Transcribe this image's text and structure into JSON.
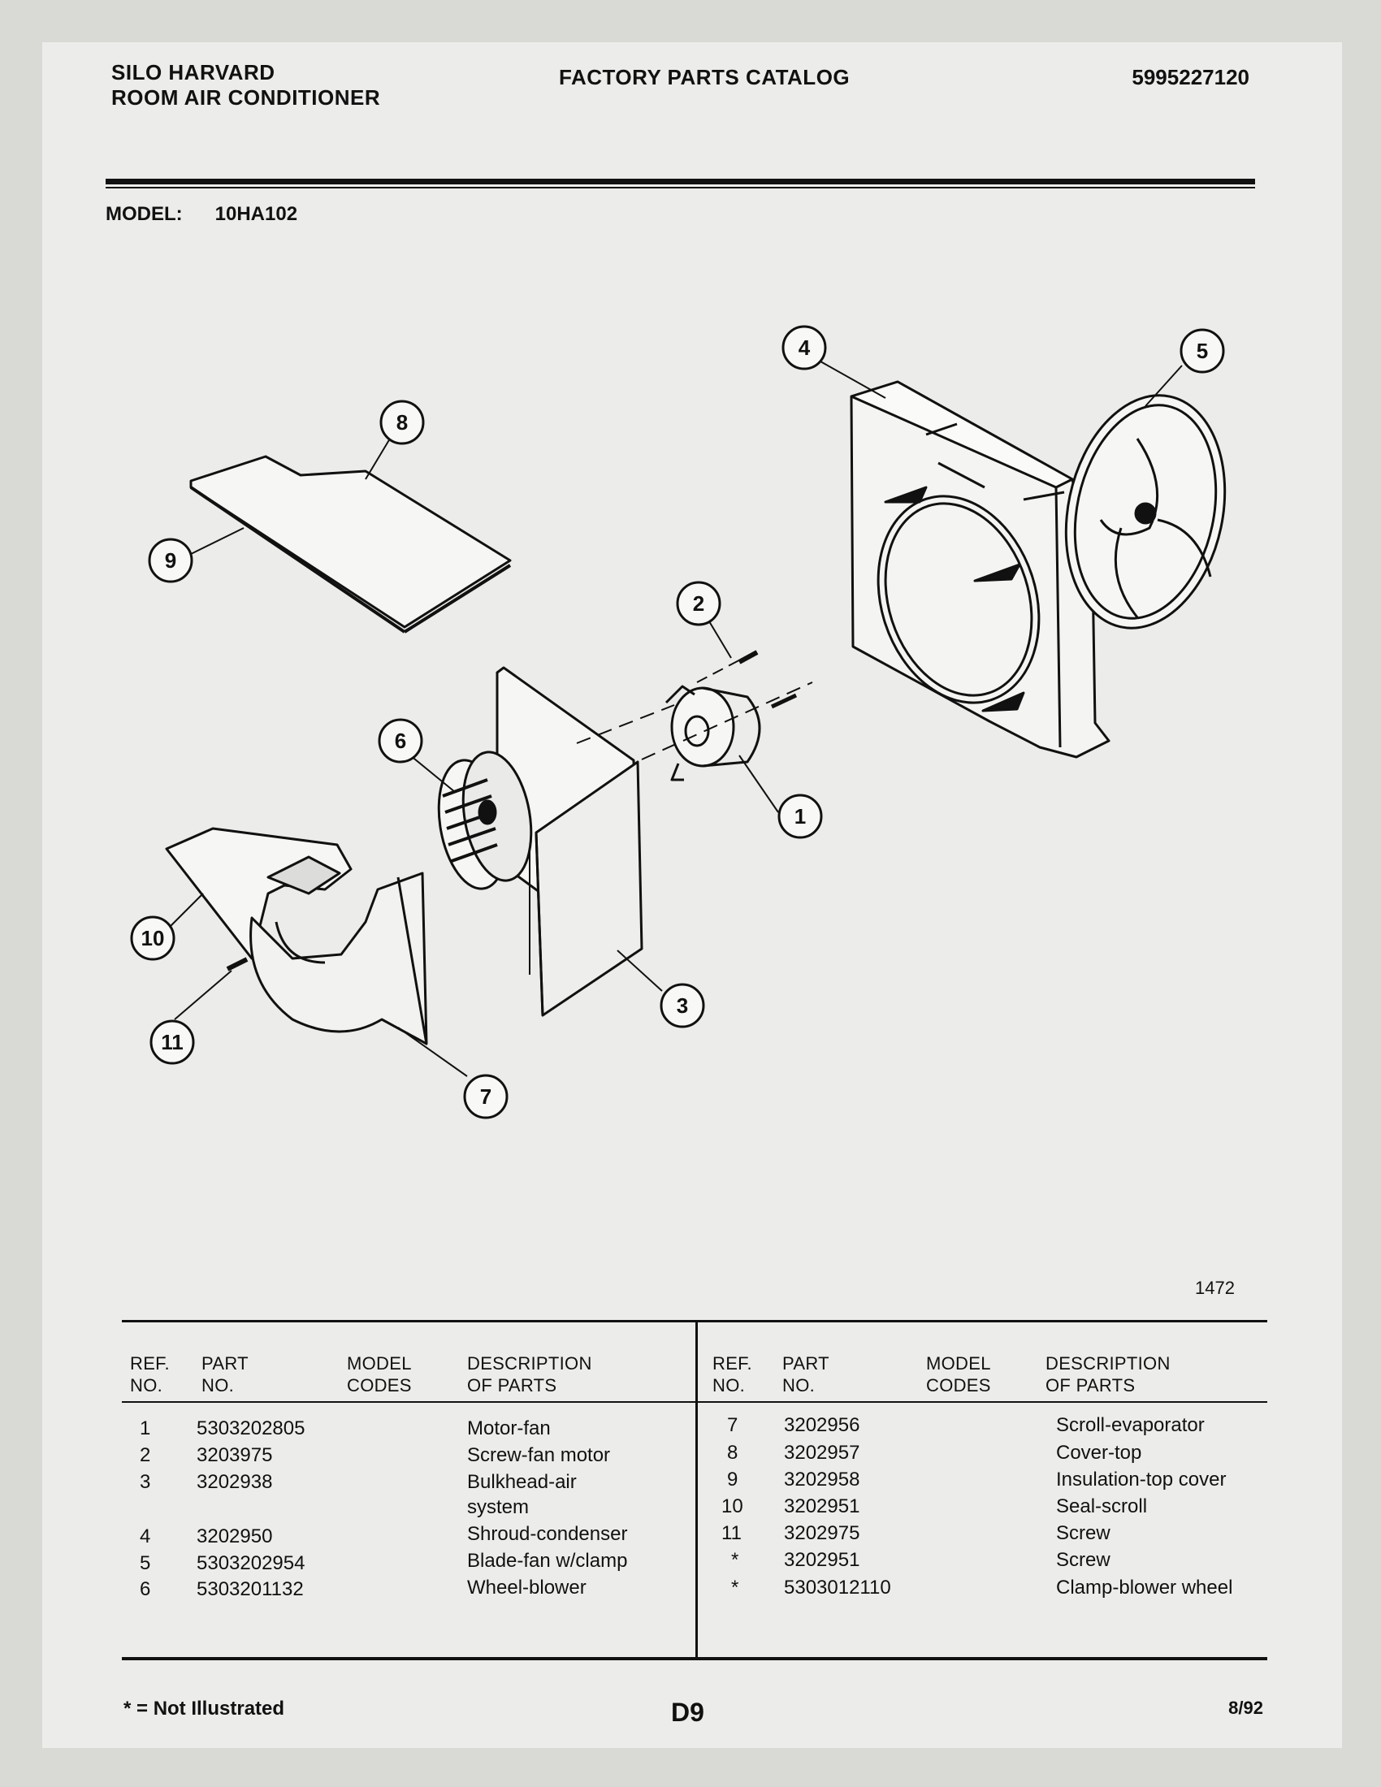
{
  "header": {
    "brand_line1": "SILO HARVARD",
    "brand_line2": "ROOM AIR CONDITIONER",
    "title": "FACTORY PARTS CATALOG",
    "catalog_no": "5995227120"
  },
  "model": {
    "label": "MODEL:",
    "value": "10HA102"
  },
  "diagram": {
    "code": "1472",
    "callouts": [
      "1",
      "2",
      "3",
      "4",
      "5",
      "6",
      "7",
      "8",
      "9",
      "10",
      "11"
    ]
  },
  "table": {
    "headers": {
      "ref": [
        "REF.",
        "NO."
      ],
      "part": [
        "PART",
        "NO."
      ],
      "codes": [
        "MODEL",
        "CODES"
      ],
      "desc": [
        "DESCRIPTION",
        "OF PARTS"
      ]
    },
    "left_rows": [
      {
        "ref": "1",
        "part": "5303202805",
        "desc": "Motor-fan"
      },
      {
        "ref": "2",
        "part": "3203975",
        "desc": "Screw-fan motor"
      },
      {
        "ref": "3",
        "part": "3202938",
        "desc": "Bulkhead-air",
        "desc2": "system"
      },
      {
        "ref": "4",
        "part": "3202950",
        "desc": "Shroud-condenser"
      },
      {
        "ref": "5",
        "part": "5303202954",
        "desc": "Blade-fan w/clamp"
      },
      {
        "ref": "6",
        "part": "5303201132",
        "desc": "Wheel-blower"
      }
    ],
    "right_rows": [
      {
        "ref": "7",
        "part": "3202956",
        "desc": "Scroll-evaporator"
      },
      {
        "ref": "8",
        "part": "3202957",
        "desc": "Cover-top"
      },
      {
        "ref": "9",
        "part": "3202958",
        "desc": "Insulation-top cover"
      },
      {
        "ref": "10",
        "part": "3202951",
        "desc": "Seal-scroll"
      },
      {
        "ref": "11",
        "part": "3202975",
        "desc": "Screw"
      },
      {
        "ref": "*",
        "part": "3202951",
        "desc": "Screw"
      },
      {
        "ref": "*",
        "part": "5303012110",
        "desc": "Clamp-blower wheel"
      }
    ]
  },
  "footer": {
    "note": "* = Not Illustrated",
    "page": "D9",
    "date": "8/92"
  }
}
